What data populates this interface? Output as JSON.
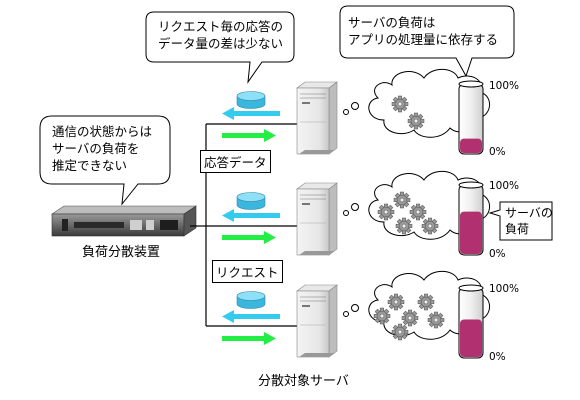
{
  "bubbles": {
    "response": "リクエスト毎の応答の\nデータ量の差は少ない",
    "state": "通信の状態からは\nサーバの負荷を\n推定できない",
    "load": "サーバの負荷は\nアプリの処理量に依存する"
  },
  "labels": {
    "load_balancer": "負荷分散装置",
    "response_data": "応答データ",
    "request": "リクエスト",
    "target_servers": "分散対象サーバ",
    "server_load": "サーバの\n負荷"
  },
  "gauges": [
    {
      "top": "100%",
      "bottom": "0%",
      "level": 0.22
    },
    {
      "top": "100%",
      "bottom": "0%",
      "level": 0.62
    },
    {
      "top": "100%",
      "bottom": "0%",
      "level": 0.55
    }
  ],
  "colors": {
    "request_arrow": "#22ee44",
    "response_arrow": "#33ccee",
    "gauge_fill": "#b03070",
    "cylinder": "#55ccee"
  }
}
